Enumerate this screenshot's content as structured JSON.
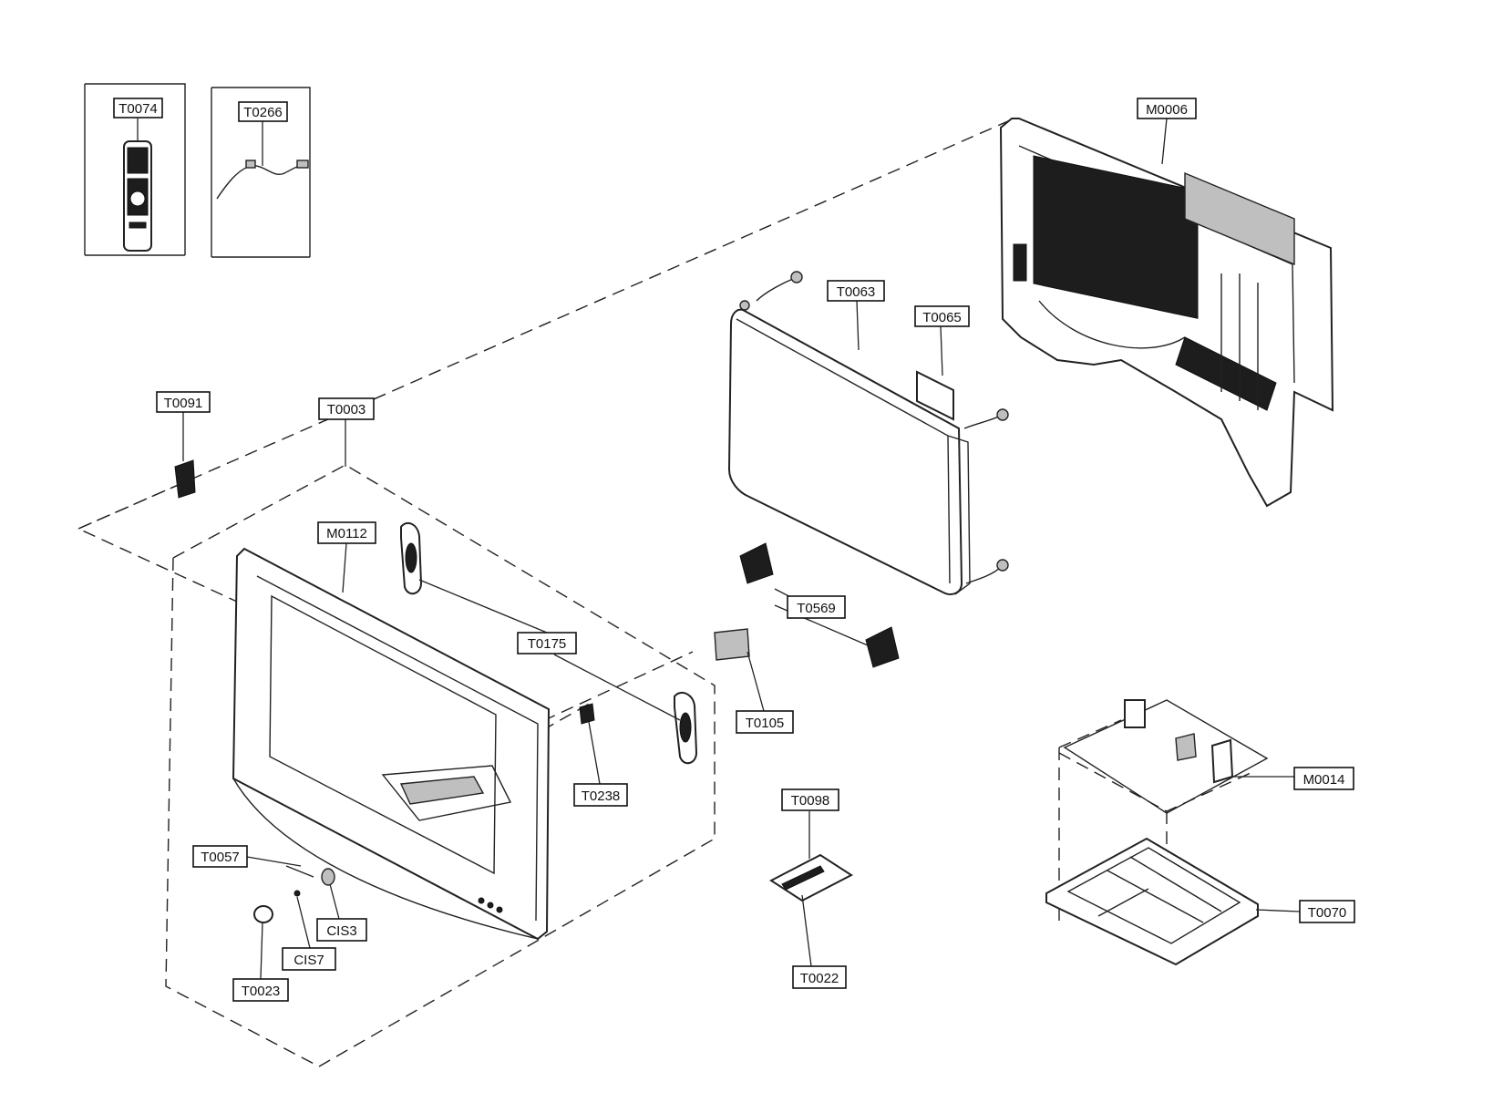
{
  "parts": [
    {
      "id": "remote",
      "code": "T0074"
    },
    {
      "id": "power-cord",
      "code": "T0266"
    },
    {
      "id": "rear-cabinet",
      "code": "M0006"
    },
    {
      "id": "picture-tube",
      "code": "T0063"
    },
    {
      "id": "degauss-coil",
      "code": "T0065"
    },
    {
      "id": "bracket-left",
      "code": "T0091"
    },
    {
      "id": "front-assembly",
      "code": "T0003"
    },
    {
      "id": "front-cabinet",
      "code": "M0112"
    },
    {
      "id": "speaker",
      "code": "T0175"
    },
    {
      "id": "tube-bracket",
      "code": "T0569"
    },
    {
      "id": "control-board-bracket",
      "code": "T0105"
    },
    {
      "id": "ir-receiver",
      "code": "T0238"
    },
    {
      "id": "side-jack-cover",
      "code": "T0098"
    },
    {
      "id": "main-board",
      "code": "M0014"
    },
    {
      "id": "power-knob",
      "code": "T0057"
    },
    {
      "id": "chassis-tray",
      "code": "T0070"
    },
    {
      "id": "cis3",
      "code": "CIS3"
    },
    {
      "id": "cis7",
      "code": "CIS7"
    },
    {
      "id": "power-button",
      "code": "T0023"
    },
    {
      "id": "side-jack-board",
      "code": "T0022"
    }
  ],
  "colors": {
    "line": "#222222",
    "background": "#ffffff"
  }
}
